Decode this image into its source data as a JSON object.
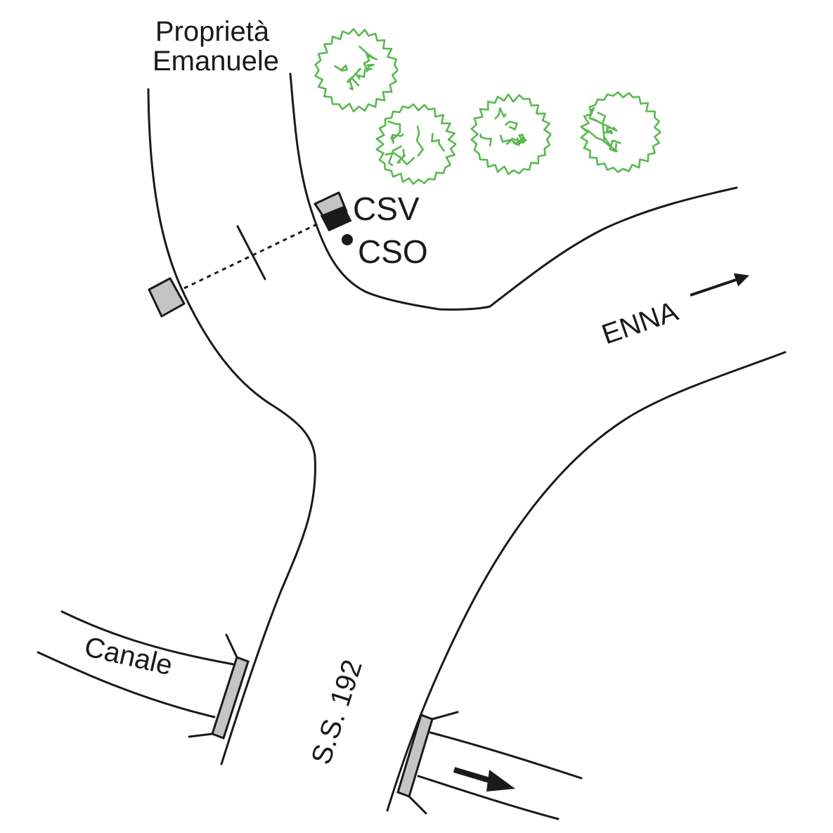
{
  "labels": {
    "property_line1": "Proprietà",
    "property_line2": "Emanuele",
    "csv": "CSV",
    "cso": "CSO",
    "enna": "ENNA",
    "canale": "Canale",
    "road": "S.S. 192"
  },
  "colors": {
    "line": "#1a1a1a",
    "tree": "#59b94f",
    "box_fill": "#c4c4c4",
    "box_dark": "#1a1a1a",
    "background": "#ffffff"
  },
  "icons": [
    "tree-icon",
    "station-box-icon",
    "direction-arrow-icon",
    "flow-arrow-icon"
  ]
}
